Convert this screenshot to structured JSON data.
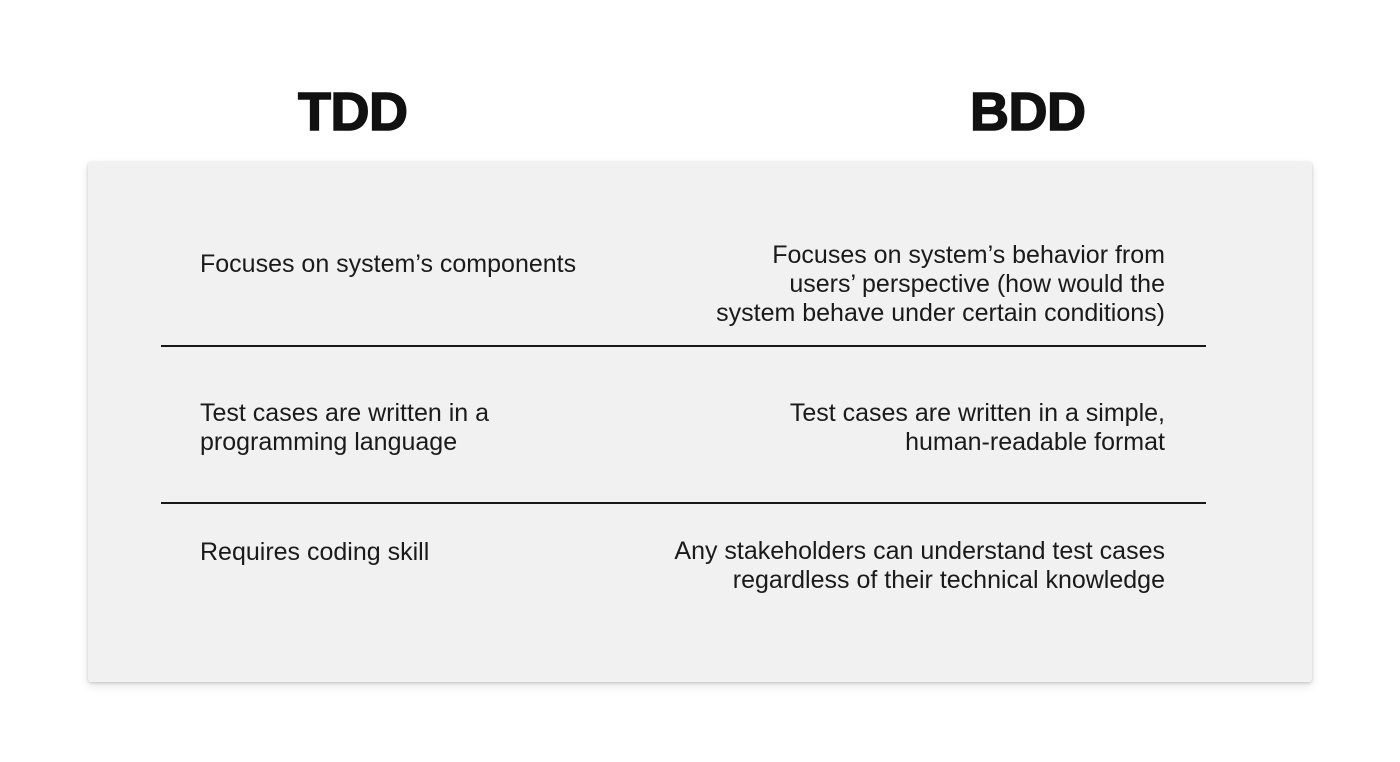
{
  "headers": {
    "tdd": "TDD",
    "bdd": "BDD"
  },
  "comparison": {
    "rows": [
      {
        "tdd": "Focuses on system’s components",
        "bdd": "Focuses on system’s behavior from\nusers’ perspective (how would the\nsystem behave under certain conditions)"
      },
      {
        "tdd": "Test cases are written in a\nprogramming language",
        "bdd": "Test cases are written in a simple,\nhuman-readable format"
      },
      {
        "tdd": "Requires coding skill",
        "bdd": "Any stakeholders can understand test cases\nregardless of their technical knowledge"
      }
    ]
  },
  "colors": {
    "page_bg": "#ffffff",
    "card_bg": "#f1f1f2",
    "text": "#1a1a1a",
    "divider": "#191919"
  }
}
